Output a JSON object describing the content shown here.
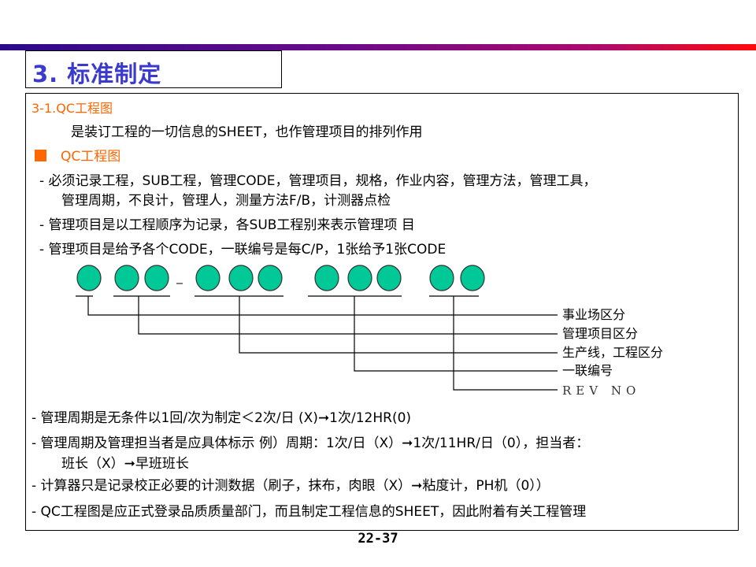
{
  "slide": {
    "title": "3. 标准制定",
    "page_number": "22-37",
    "accent_color": "#ff6600",
    "title_color": "#3a3ad0",
    "circle_color": "#00c896"
  },
  "section": {
    "heading": "3-1.QC工程图",
    "intro": "是装订工程的一切信息的SHEET，也作管理项目的排列作用",
    "bullet_heading": "QC工程图",
    "bullet_icon": "orange-square-bullet"
  },
  "items_top": [
    {
      "text": "- 必须记录工程，SUB工程，管理CODE，管理项目，规格，作业内容，管理方法，管理工具，",
      "continuation": "管理周期，不良计，管理人，测量方法F/B，计测器点检"
    },
    {
      "text": "- 管理项目是以工程顺序为记录，各SUB工程别来表示管理项 目"
    },
    {
      "text": "- 管理项目是给予各个CODE，一联编号是每C/P，1张给予1张CODE"
    }
  ],
  "code_diagram": {
    "separator": "-",
    "groups": [
      {
        "circles": 1,
        "label": "事业场区分"
      },
      {
        "circles": 2,
        "label": "管理项目区分"
      },
      {
        "circles": 3,
        "label": "生产线，工程区分"
      },
      {
        "circles": 3,
        "label": "一联编号"
      },
      {
        "circles": 2,
        "label": "REV NO"
      }
    ]
  },
  "items_bottom": [
    {
      "text": "- 管理周期是无条件以1回/次为制定＜2次/日  (X)➞1次/12HR(0)"
    },
    {
      "text": "- 管理周期及管理担当者是应具体标示 例）周期：1次/日（X）➞1次/11HR/日（0），担当者：",
      "continuation": "班长（X）➞早班班长"
    },
    {
      "text": "- 计算器只是记录校正必要的计测数据（刷子，抹布，肉眼（X）➞粘度计，PH机（0））"
    },
    {
      "text": "- QC工程图是应正式登录品质质量部门，而且制定工程信息的SHEET，因此附着有关工程管理"
    }
  ]
}
